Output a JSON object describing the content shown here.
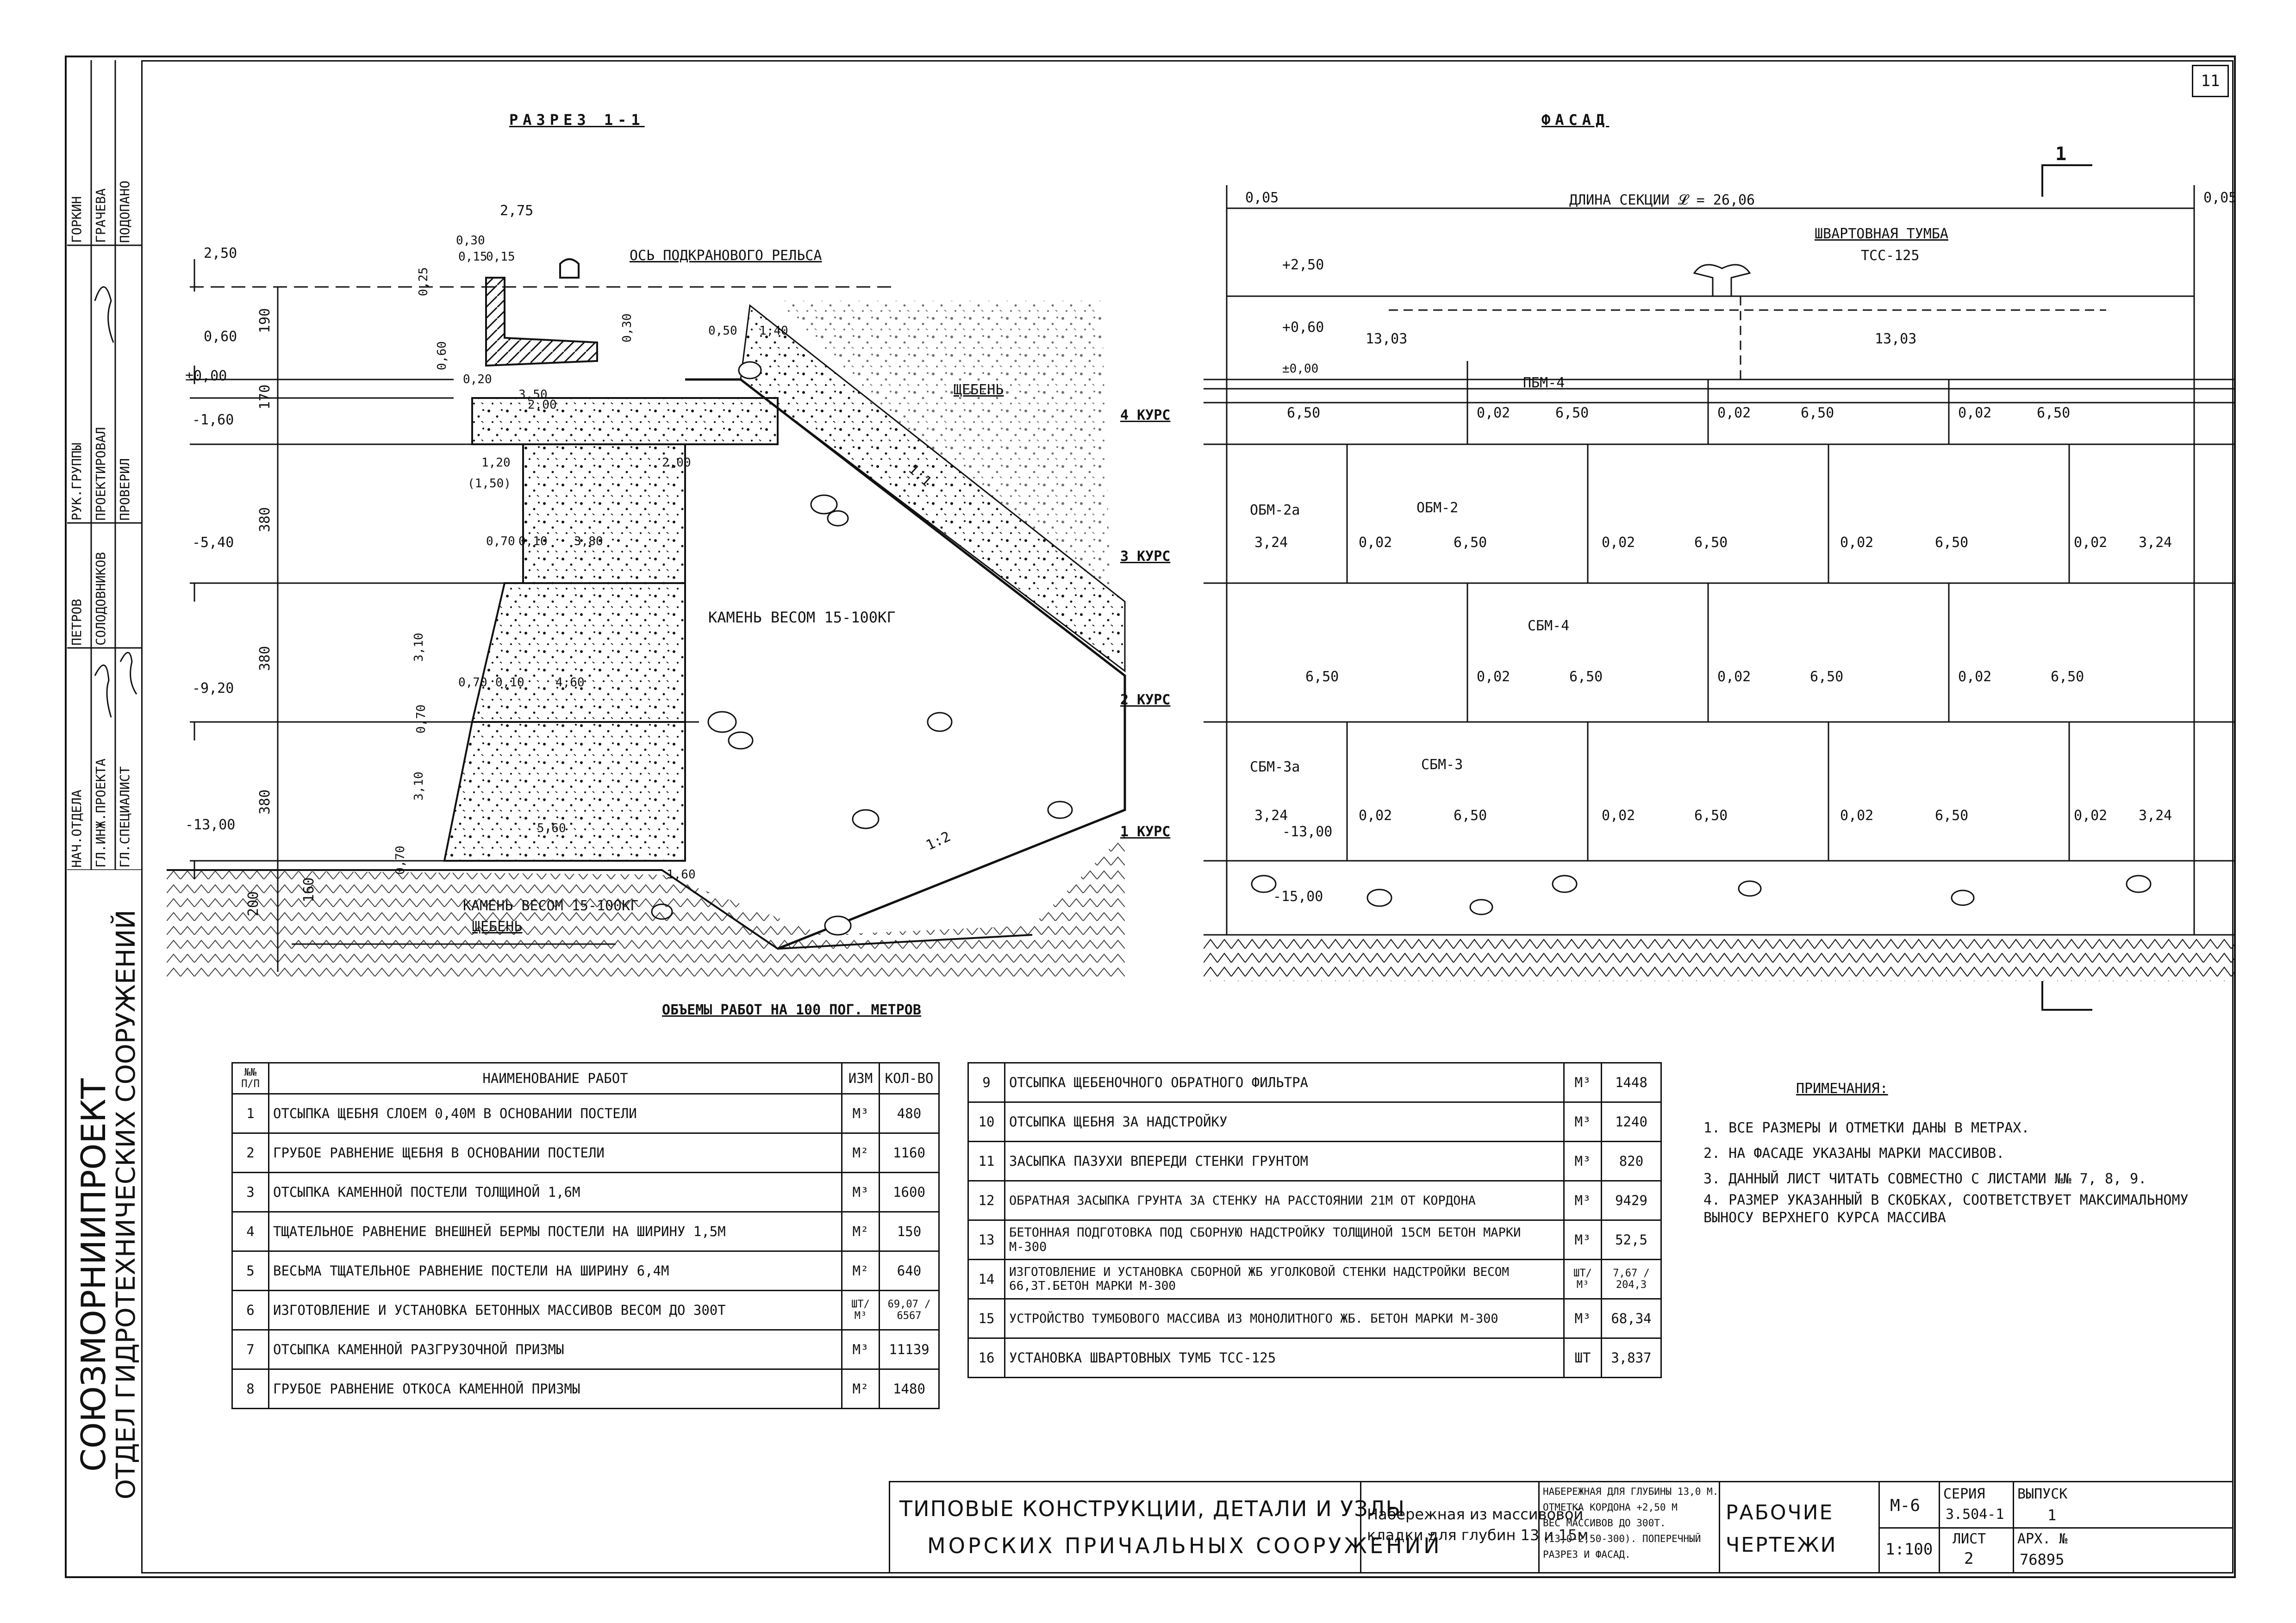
{
  "sheet_number": "11",
  "left_stamp": {
    "org": "СОЮЗМОРНИИПРОЕКТ",
    "dept": "ОТДЕЛ ГИДРОТЕХНИЧЕСКИХ СООРУЖЕНИЙ",
    "roles": [
      "НАЧ.ОТДЕЛА",
      "ГЛ.ИНЖ.ПРОЕКТА",
      "ГЛ.СПЕЦИАЛИСТ",
      "РУК.ГРУППЫ",
      "ПРОЕКТИРОВАЛ",
      "ПРОВЕРИЛ"
    ],
    "names": [
      "ПЕТРОВ",
      "СОЛОДОВНИКОВ",
      "ГОРКИН",
      "ГРАЧЕВА",
      "ПОДОПАНО"
    ]
  },
  "section": {
    "title": "РАЗРЕЗ 1-1",
    "rail_axis": "ОСЬ ПОДКРАНОВОГО РЕЛЬСА",
    "top_width": "2,75",
    "crushed_stone": "ЩЕБЕНЬ",
    "stone_fill": "КАМЕНЬ ВЕСОМ 15-100КГ",
    "stone_base": "КАМЕНЬ ВЕСОМ 15-100КГ",
    "base_crushed": "ЩЕБЕНЬ",
    "slope_11": "1:1",
    "slope_12": "1:2",
    "elevations": [
      "2,50",
      "0,60",
      "±0,00",
      "-1,60",
      "-5,40",
      "-9,20",
      "-13,00"
    ],
    "vert_dims": [
      "190",
      "170",
      "380",
      "380",
      "380",
      "160",
      "200"
    ],
    "dims": [
      "0,30",
      "0,15",
      "0,15",
      "0,25",
      "0,60",
      "0,30",
      "0,50",
      "1,40",
      "0,20",
      "3,50",
      "2,00",
      "1,20",
      "(1,50)",
      "2,00",
      "0,70",
      "0,10",
      "3,80",
      "0,70",
      "0,10",
      "4,60",
      "5,60",
      "3,10",
      "3,10",
      "0,70",
      "0,70",
      "1,60"
    ]
  },
  "facade": {
    "title": "ФАСАД",
    "section_length": "ДЛИНА СЕКЦИИ 𝓛 = 26,06",
    "end_gap": "0,05",
    "bollard": "ШВАРТОВНАЯ ТУМБА",
    "bollard_type": "ТСС-125",
    "elevations": [
      "+2,50",
      "+0,60",
      "±0,00",
      "-13,00",
      "-15,00"
    ],
    "upper_dims": [
      "13,03",
      "13,03"
    ],
    "courses": [
      "4 КУРС",
      "3 КУРС",
      "2 КУРС",
      "1 КУРС"
    ],
    "section_mark": "1",
    "block_labels": {
      "pbm": "ПБМ-4",
      "obm2a": "ОБМ-2а",
      "obm2": "ОБМ-2",
      "sbm4": "СБМ-4",
      "sbm3a": "СБМ-3а",
      "sbm3": "СБМ-3"
    },
    "row_dims": {
      "r4": [
        "6,50",
        "0,02",
        "6,50",
        "0,02",
        "6,50",
        "0,02",
        "6,50"
      ],
      "r3": [
        "3,24",
        "0,02",
        "6,50",
        "0,02",
        "6,50",
        "0,02",
        "6,50",
        "0,02",
        "3,24"
      ],
      "r2": [
        "6,50",
        "0,02",
        "6,50",
        "0,02",
        "6,50",
        "0,02",
        "6,50"
      ],
      "r1": [
        "3,24",
        "0,02",
        "6,50",
        "0,02",
        "6,50",
        "0,02",
        "6,50",
        "0,02",
        "3,24"
      ]
    }
  },
  "volumes": {
    "title": "ОБЪЕМЫ РАБОТ НА 100 ПОГ. МЕТРОВ",
    "headers": {
      "num": "№№ П/П",
      "name": "НАИМЕНОВАНИЕ РАБОТ",
      "unit": "ИЗМ",
      "qty": "КОЛ-ВО"
    },
    "rows_left": [
      {
        "n": "1",
        "name": "ОТСЫПКА ЩЕБНЯ СЛОЕМ 0,40М В ОСНОВАНИИ ПОСТЕЛИ",
        "unit": "М³",
        "qty": "480"
      },
      {
        "n": "2",
        "name": "ГРУБОЕ РАВНЕНИЕ ЩЕБНЯ В ОСНОВАНИИ ПОСТЕЛИ",
        "unit": "М²",
        "qty": "1160"
      },
      {
        "n": "3",
        "name": "ОТСЫПКА КАМЕННОЙ ПОСТЕЛИ ТОЛЩИНОЙ 1,6М",
        "unit": "М³",
        "qty": "1600"
      },
      {
        "n": "4",
        "name": "ТЩАТЕЛЬНОЕ РАВНЕНИЕ ВНЕШНЕЙ БЕРМЫ ПОСТЕЛИ НА ШИРИНУ 1,5М",
        "unit": "М²",
        "qty": "150"
      },
      {
        "n": "5",
        "name": "ВЕСЬМА ТЩАТЕЛЬНОЕ РАВНЕНИЕ ПОСТЕЛИ НА ШИРИНУ 6,4М",
        "unit": "М²",
        "qty": "640"
      },
      {
        "n": "6",
        "name": "ИЗГОТОВЛЕНИЕ И УСТАНОВКА БЕТОННЫХ МАССИВОВ ВЕСОМ ДО 300Т",
        "unit": "ШТ/М³",
        "qty": "69,07 / 6567"
      },
      {
        "n": "7",
        "name": "ОТСЫПКА КАМЕННОЙ РАЗГРУЗОЧНОЙ ПРИЗМЫ",
        "unit": "М³",
        "qty": "11139"
      },
      {
        "n": "8",
        "name": "ГРУБОЕ РАВНЕНИЕ ОТКОСА КАМЕННОЙ ПРИЗМЫ",
        "unit": "М²",
        "qty": "1480"
      }
    ],
    "rows_right": [
      {
        "n": "9",
        "name": "ОТСЫПКА ЩЕБЕНОЧНОГО ОБРАТНОГО ФИЛЬТРА",
        "unit": "М³",
        "qty": "1448"
      },
      {
        "n": "10",
        "name": "ОТСЫПКА ЩЕБНЯ ЗА НАДСТРОЙКУ",
        "unit": "М³",
        "qty": "1240"
      },
      {
        "n": "11",
        "name": "ЗАСЫПКА ПАЗУХИ ВПЕРЕДИ СТЕНКИ ГРУНТОМ",
        "unit": "М³",
        "qty": "820"
      },
      {
        "n": "12",
        "name": "ОБРАТНАЯ ЗАСЫПКА ГРУНТА ЗА СТЕНКУ НА РАССТОЯНИИ 21М ОТ КОРДОНА",
        "unit": "М³",
        "qty": "9429"
      },
      {
        "n": "13",
        "name": "БЕТОННАЯ ПОДГОТОВКА ПОД СБОРНУЮ НАДСТРОЙКУ ТОЛЩИНОЙ 15СМ БЕТОН МАРКИ М-300",
        "unit": "М³",
        "qty": "52,5"
      },
      {
        "n": "14",
        "name": "ИЗГОТОВЛЕНИЕ И УСТАНОВКА СБОРНОЙ ЖБ УГОЛКОВОЙ СТЕНКИ НАДСТРОЙКИ ВЕСОМ 66,3Т.БЕТОН МАРКИ М-300",
        "unit": "ШТ/М³",
        "qty": "7,67 / 204,3"
      },
      {
        "n": "15",
        "name": "УСТРОЙСТВО ТУМБОВОГО МАССИВА ИЗ МОНОЛИТНОГО ЖБ. БЕТОН МАРКИ М-300",
        "unit": "М³",
        "qty": "68,34"
      },
      {
        "n": "16",
        "name": "УСТАНОВКА ШВАРТОВНЫХ ТУМБ ТСС-125",
        "unit": "ШТ",
        "qty": "3,837"
      }
    ]
  },
  "notes": {
    "title": "ПРИМЕЧАНИЯ:",
    "items": [
      "1. ВСЕ РАЗМЕРЫ И ОТМЕТКИ ДАНЫ В МЕТРАХ.",
      "2. НА ФАСАДЕ УКАЗАНЫ МАРКИ МАССИВОВ.",
      "3. ДАННЫЙ ЛИСТ ЧИТАТЬ СОВМЕСТНО С ЛИСТАМИ №№ 7, 8, 9.",
      "4. РАЗМЕР УКАЗАННЫЙ В СКОБКАХ, СООТВЕТСТВУЕТ МАКСИМАЛЬНОМУ ВЫНОСУ ВЕРХНЕГО КУРСА МАССИВА"
    ]
  },
  "title_block": {
    "main1": "ТИПОВЫЕ КОНСТРУКЦИИ, ДЕТАЛИ И УЗЛЫ",
    "main2": "МОРСКИХ ПРИЧАЛЬНЫХ СООРУЖЕНИЙ",
    "subject1": "Набережная из массивовой",
    "subject2": "кладки для глубин 13 и 15м",
    "desc": [
      "НАБЕРЕЖНАЯ ДЛЯ ГЛУБИНЫ 13,0 М.",
      "ОТМЕТКА КОРДОНА +2,50 М",
      "ВЕС МАССИВОВ ДО 300Т.",
      "(13,0-2,50-300). ПОПЕРЕЧНЫЙ",
      "РАЗРЕЗ И ФАСАД."
    ],
    "stage1": "РАБОЧИЕ",
    "stage2": "ЧЕРТЕЖИ",
    "code": "М-6",
    "scale": "1:100",
    "series_label": "СЕРИЯ",
    "series": "3.504-1",
    "issue_label": "ВЫПУСК",
    "issue": "1",
    "sheet_label": "ЛИСТ",
    "sheet": "2",
    "arch_label": "АРХ. №",
    "arch": "76895"
  }
}
